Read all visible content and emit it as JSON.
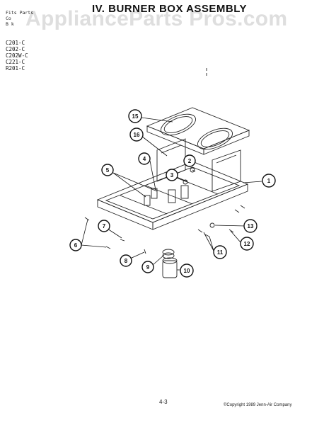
{
  "header": {
    "line1": "Fits Parts",
    "line2": "Co",
    "line3": "B k"
  },
  "title": "IV. BURNER BOX ASSEMBLY",
  "watermark": "ApplianceParts Pros.com",
  "models": [
    "C201-C",
    "C202-C",
    "C202W-C",
    "C221-C",
    "R201-C"
  ],
  "callouts": [
    "1",
    "2",
    "3",
    "4",
    "5",
    "6",
    "7",
    "8",
    "9",
    "10",
    "11",
    "12",
    "13",
    "15",
    "16"
  ],
  "footer": {
    "page": "4-3",
    "copyright": "©Copyright 1989 Jenn-Air Company"
  },
  "colors": {
    "ink": "#111111",
    "paper": "#ffffff",
    "watermark": "#a0a0a0"
  }
}
